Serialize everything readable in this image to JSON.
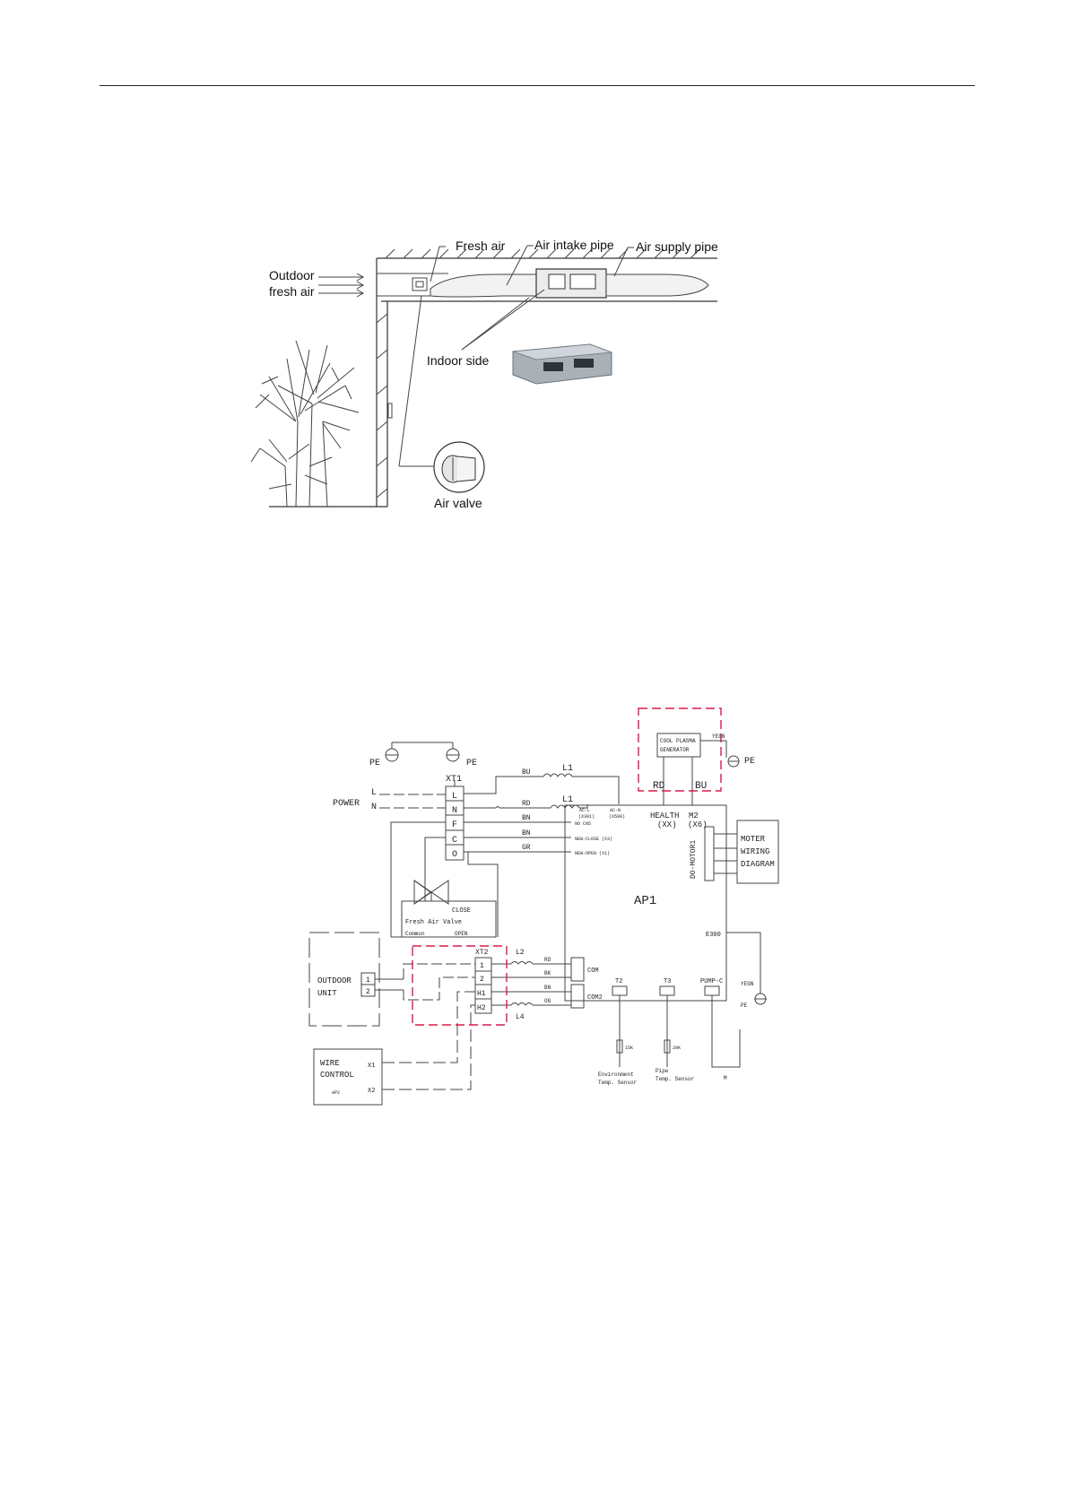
{
  "colors": {
    "line": "#333333",
    "dashed_highlight": "#d81b4a",
    "unit_gray": "#9aa3aa"
  },
  "install_diagram": {
    "label_outdoor": "Outdoor",
    "label_fresh_air_line2": "fresh air",
    "label_fresh_air": "Fresh air",
    "label_air_intake_pipe": "Air intake pipe",
    "label_air_supply_pipe": "Air supply pipe",
    "label_indoor_side": "Indoor side",
    "label_air_valve": "Air valve"
  },
  "wiring_diagram": {
    "pe_left": "PE",
    "pe_right": "PE",
    "pe_generator": "PE",
    "xt1": "XT1",
    "power": "POWER",
    "power_l": "L",
    "power_n": "N",
    "xt1_terminals": [
      "L",
      "N",
      "F",
      "C",
      "O"
    ],
    "l1_top": "L1",
    "l1_bottom": "L1",
    "wire_bu": "BU",
    "wire_rd": "RD",
    "wire_bn_1": "BN",
    "wire_bn_2": "BN",
    "wire_gr": "GR",
    "cold_plasma_line1": "COOL PLASMA",
    "cold_plasma_line2": "GENERATOR",
    "gen_rd": "RD",
    "gen_bu": "BU",
    "yegn_top": "YEGN",
    "health": "HEALTH",
    "health_code": "(XX)",
    "m2": "M2",
    "m2_code": "(X6)",
    "ac_l": "AC-L",
    "ac_l_code": "(X301)",
    "ac_n": "AC-N",
    "ac_n_code": "(X500)",
    "no_cn5": "NO CN5",
    "new_close": "NEW-CLOSE (X3)",
    "new_open": "NEW-OPEN (X1)",
    "do_motor": "DO-MOTOR1",
    "motor_wiring_1": "MOTER",
    "motor_wiring_2": "WIRING",
    "motor_wiring_3": "DIAGRAM",
    "ap1": "AP1",
    "e300": "E300",
    "valve_close": "CLOSE",
    "valve_label": "Fresh Air Valve",
    "valve_common": "Common",
    "valve_open": "OPEN",
    "outdoor_unit_1": "OUTDOOR",
    "outdoor_unit_2": "UNIT",
    "outdoor_terms": [
      "1",
      "2"
    ],
    "xt2": "XT2",
    "xt2_terminals": [
      "1",
      "2",
      "H1",
      "H2"
    ],
    "l2": "L2",
    "l4": "L4",
    "xt2_wire_rd": "RD",
    "xt2_wire_bk": "BK",
    "xt2_wire_bn": "BN",
    "xt2_wire_og": "OG",
    "com": "COM",
    "com2": "COM2",
    "t2": "T2",
    "t3": "T3",
    "pump": "PUMP-C",
    "yegn_right": "YEGN",
    "pe_right_bottom": "PE",
    "t2_res": "15K",
    "t3_res": "20K",
    "env_sensor_1": "Environment",
    "env_sensor_2": "Temp. Sensor",
    "pipe_sensor_1": "Pipe",
    "pipe_sensor_2": "Temp. Sensor",
    "pump_m": "M",
    "wire_control_1": "WIRE",
    "wire_control_2": "CONTROL",
    "wire_control_ap": "AP2",
    "x1": "X1",
    "x2": "X2"
  }
}
